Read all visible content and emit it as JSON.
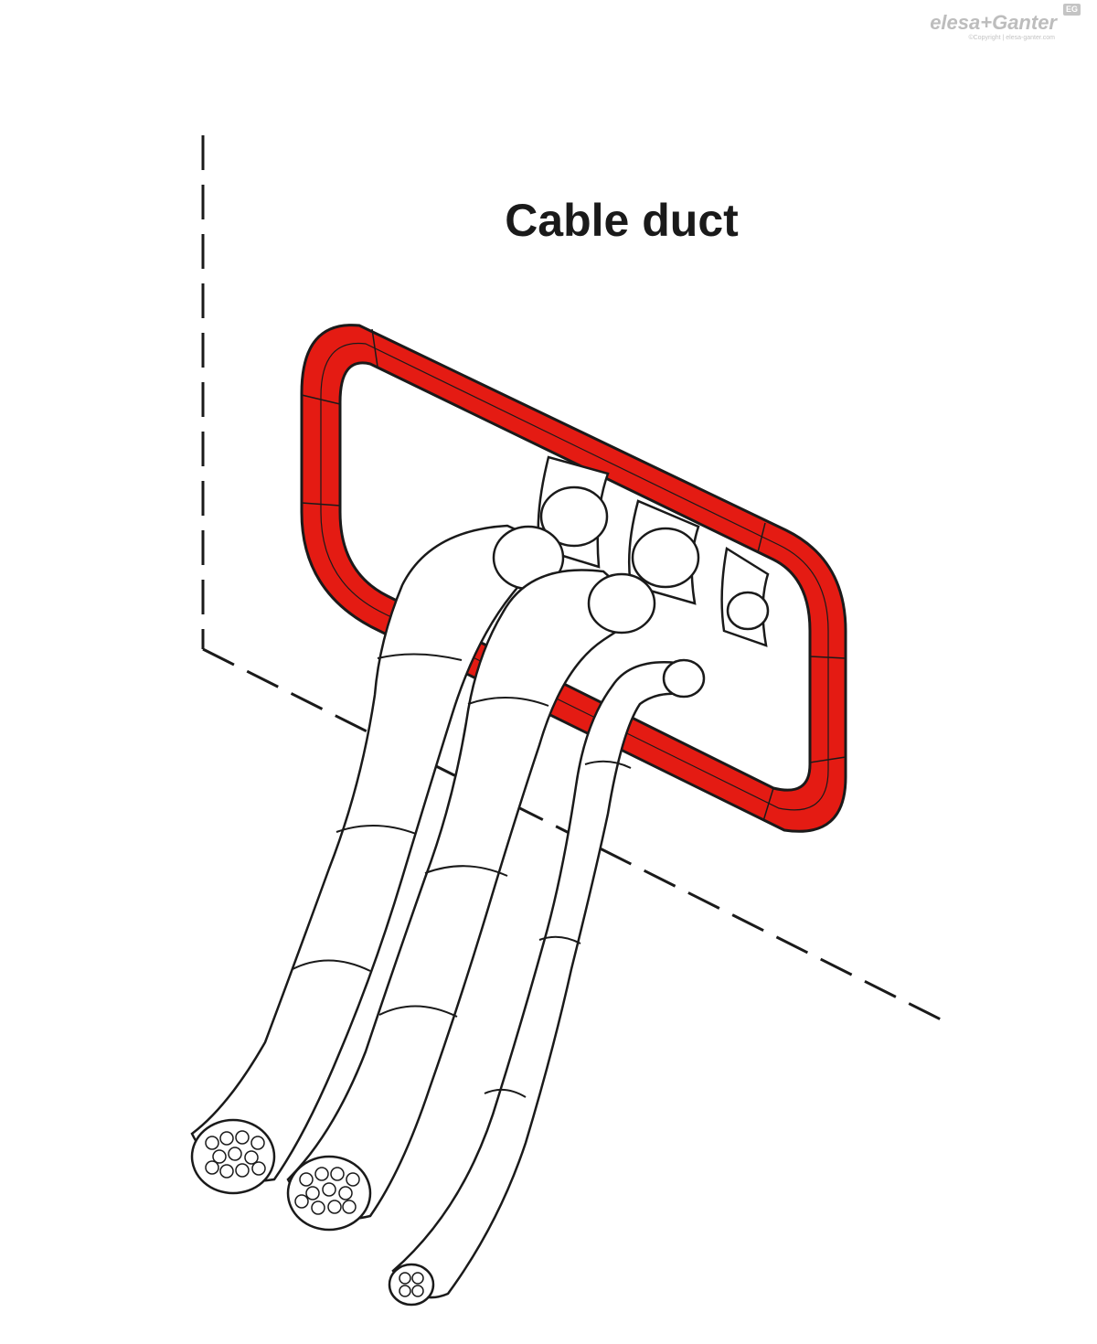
{
  "diagram": {
    "title": "Cable duct",
    "accent_color": "#e41b13",
    "line_color": "#1a1a1a"
  },
  "logo": {
    "brand": "elesa+Ganter",
    "mark": "EG",
    "copyright": "©Copyright | elesa-ganter.com"
  },
  "icons": [
    "cable-duct-grommet",
    "cable-bundle-icon"
  ]
}
